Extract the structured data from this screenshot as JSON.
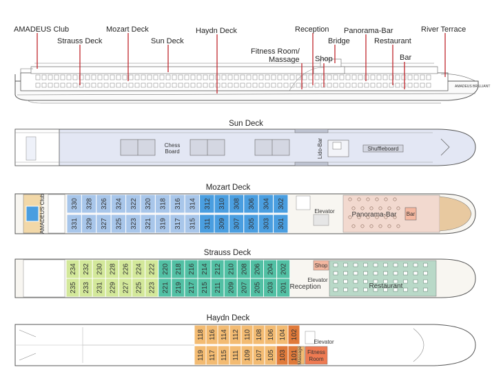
{
  "side_view": {
    "labels": [
      {
        "key": "amadeus_club",
        "text": "AMADEUS Club"
      },
      {
        "key": "strauss",
        "text": "Strauss Deck"
      },
      {
        "key": "mozart",
        "text": "Mozart Deck"
      },
      {
        "key": "sun",
        "text": "Sun Deck"
      },
      {
        "key": "haydn",
        "text": "Haydn Deck"
      },
      {
        "key": "fitness1",
        "text": "Fitness Room/"
      },
      {
        "key": "fitness2",
        "text": "Massage"
      },
      {
        "key": "reception",
        "text": "Reception"
      },
      {
        "key": "shop",
        "text": "Shop"
      },
      {
        "key": "panorama",
        "text": "Panorama-Bar"
      },
      {
        "key": "bridge",
        "text": "Bridge"
      },
      {
        "key": "restaurant",
        "text": "Restaurant"
      },
      {
        "key": "bar",
        "text": "Bar"
      },
      {
        "key": "river_terrace",
        "text": "River Terrace"
      }
    ]
  },
  "decks": [
    {
      "key": "sun",
      "title": "Sun Deck",
      "features": {
        "chess": [
          "Chess",
          "Board"
        ],
        "lido": "Lido-Bar",
        "shuffle": "Shuffleboard"
      }
    },
    {
      "key": "mozart",
      "title": "Mozart Deck",
      "top_cabins": [
        "330",
        "328",
        "326",
        "324",
        "322",
        "320",
        "318",
        "316",
        "314",
        "312",
        "310",
        "308",
        "306",
        "304",
        "302"
      ],
      "bottom_cabins": [
        "331",
        "329",
        "327",
        "325",
        "323",
        "321",
        "319",
        "317",
        "315",
        "311",
        "309",
        "307",
        "305",
        "303",
        "301"
      ],
      "colors": {
        "standard": "#a8c6ea",
        "suite": "#4a9ee0"
      },
      "suite_from_index": 9,
      "labels": {
        "club": "AMADEUS Club",
        "elevator": "Elevator",
        "panorama": "Panorama-Bar",
        "bar": "Bar"
      }
    },
    {
      "key": "strauss",
      "title": "Strauss Deck",
      "top_cabins": [
        "234",
        "232",
        "230",
        "228",
        "226",
        "224",
        "222",
        "220",
        "218",
        "216",
        "214",
        "212",
        "210",
        "208",
        "206",
        "204",
        "202"
      ],
      "bottom_cabins": [
        "235",
        "233",
        "231",
        "229",
        "227",
        "225",
        "223",
        "221",
        "219",
        "217",
        "215",
        "211",
        "209",
        "207",
        "205",
        "203",
        "201"
      ],
      "colors": {
        "standard": "#d3e89a",
        "suite": "#52c0a4"
      },
      "suite_from_index": 7,
      "labels": {
        "shop": "Shop",
        "elevator": "Elevator",
        "reception": "Reception",
        "restaurant": "Restaurant"
      }
    },
    {
      "key": "haydn",
      "title": "Haydn Deck",
      "top_cabins": [
        "118",
        "116",
        "114",
        "112",
        "110",
        "108",
        "106",
        "104",
        "102"
      ],
      "bottom_cabins": [
        "119",
        "117",
        "115",
        "111",
        "109",
        "107",
        "105",
        "103",
        "101"
      ],
      "colors": {
        "standard": "#f3bb72",
        "suite": "#e07a3a"
      },
      "labels": {
        "elevator": "Elevator",
        "massage": "Massage",
        "fitness": [
          "Fitness",
          "Room"
        ]
      }
    }
  ]
}
